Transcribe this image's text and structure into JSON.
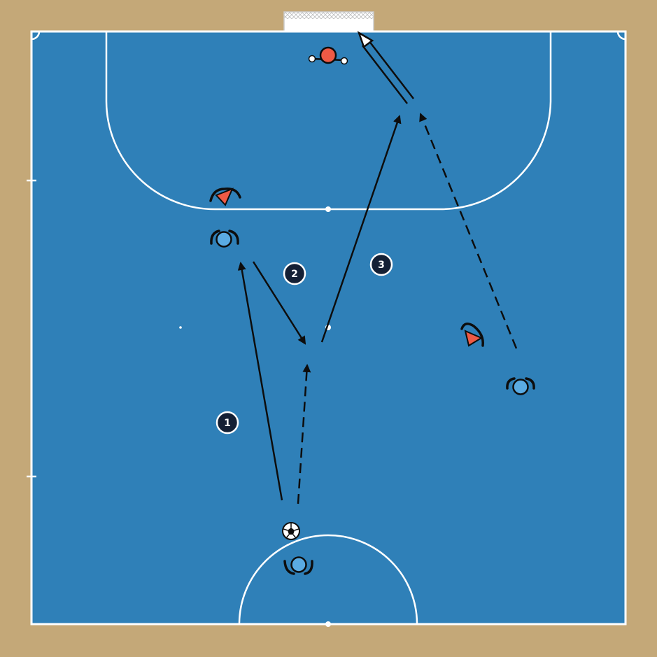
{
  "colors": {
    "surround": "#c4a878",
    "court": "#2f80b8",
    "line": "#ffffff",
    "attacker": "#5aabe3",
    "defender": "#ef5a45",
    "goalkeeper": "#ef5a45",
    "arrow": "#0d0d0d",
    "step_badge_fill": "#142035",
    "step_badge_text": "#ffffff"
  },
  "steps": [
    {
      "label": "1"
    },
    {
      "label": "2"
    },
    {
      "label": "3"
    }
  ],
  "players": [
    {
      "role": "goalkeeper",
      "team": "defender"
    },
    {
      "role": "defender",
      "team": "defender"
    },
    {
      "role": "defender",
      "team": "defender"
    },
    {
      "role": "attacker",
      "team": "attacker"
    },
    {
      "role": "attacker",
      "team": "attacker"
    },
    {
      "role": "attacker-with-ball",
      "team": "attacker"
    }
  ],
  "movements": [
    {
      "type": "pass",
      "style": "solid",
      "step": "1"
    },
    {
      "type": "run",
      "style": "dashed",
      "step": "1"
    },
    {
      "type": "pass",
      "style": "solid",
      "step": "2"
    },
    {
      "type": "pass",
      "style": "solid",
      "step": "3"
    },
    {
      "type": "run",
      "style": "dashed",
      "step": "3"
    },
    {
      "type": "shot",
      "style": "double",
      "step": "3"
    }
  ],
  "icons": {
    "ball": "soccer-ball-icon",
    "goal": "goal-net-icon"
  }
}
